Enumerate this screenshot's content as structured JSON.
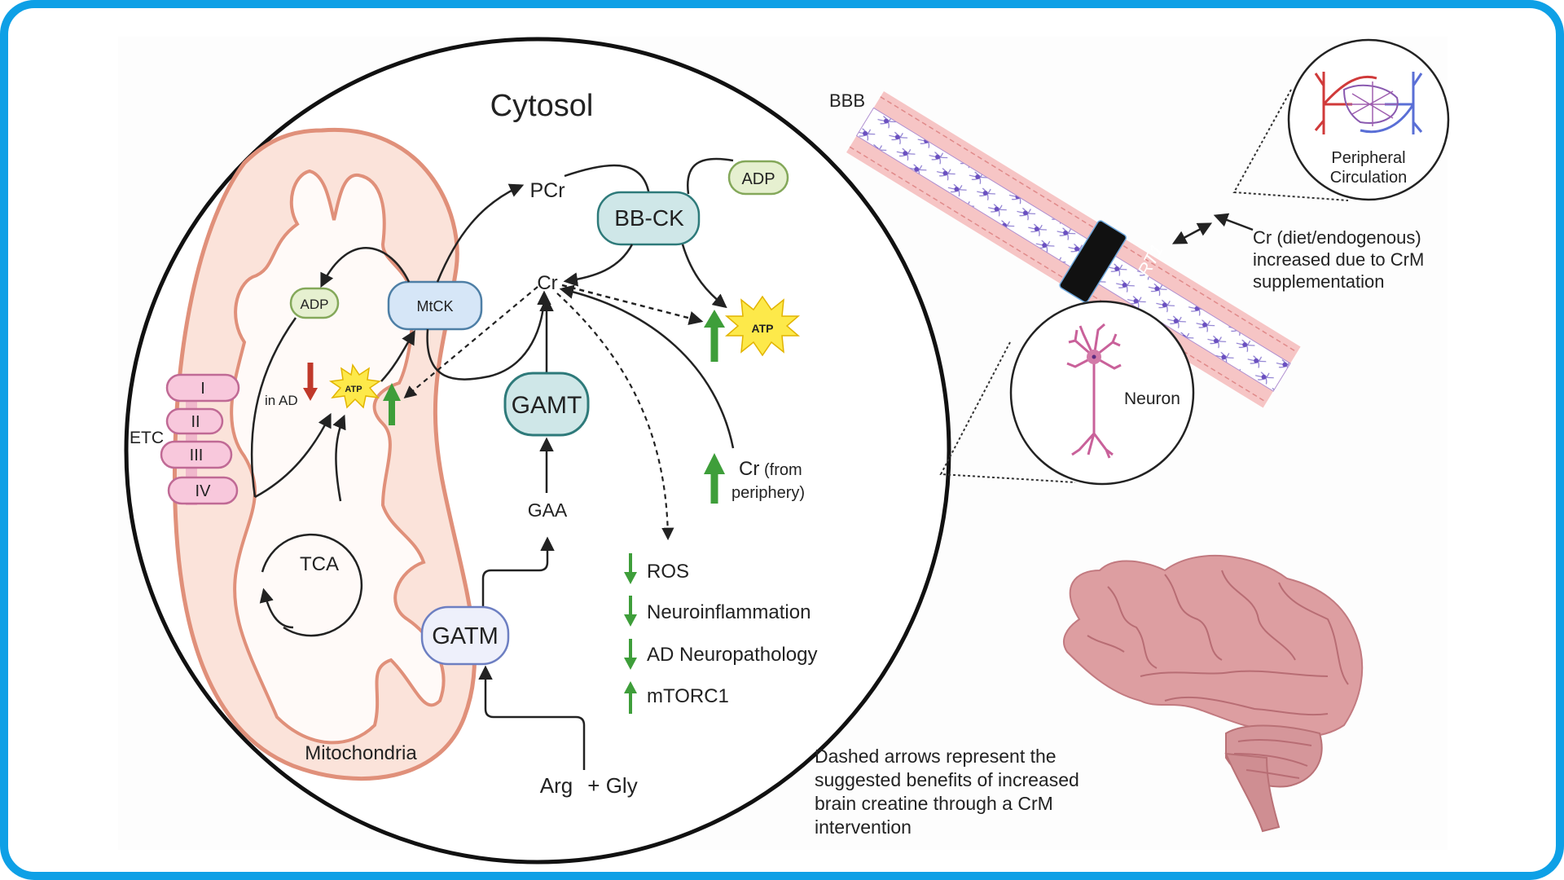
{
  "figure": {
    "cell": {
      "compartment_label": "Cytosol",
      "mitochondria_label": "Mitochondria",
      "etc_label": "ETC",
      "etc_complexes": [
        "I",
        "II",
        "III",
        "IV"
      ],
      "tca_label": "TCA",
      "mito_adp": "ADP",
      "mtck": "MtCK",
      "mito_atp": "ATP",
      "in_ad_label": "in AD",
      "pcr": "PCr",
      "bbck": "BB-CK",
      "cyto_adp": "ADP",
      "cyto_atp": "ATP",
      "cr": "Cr",
      "gamt": "GAMT",
      "gaa": "GAA",
      "gatm": "GATM",
      "arg": "Arg",
      "gly": "+ Gly",
      "cr_periphery_main": "Cr",
      "cr_periphery_sub1": "(from",
      "cr_periphery_sub2": "periphery)",
      "effects": [
        {
          "direction": "down",
          "label": "ROS"
        },
        {
          "direction": "down",
          "label": "Neuroinflammation"
        },
        {
          "direction": "down",
          "label": "AD Neuropathology"
        },
        {
          "direction": "up",
          "label": "mTORC1"
        }
      ]
    },
    "bbb": {
      "label": "BBB",
      "transporter": "CRT1",
      "peripheral_label_1": "Peripheral",
      "peripheral_label_2": "Circulation",
      "cr_source_1": "Cr (diet/endogenous)",
      "cr_source_2": "increased due to CrM",
      "cr_source_3": "supplementation",
      "neuron_label": "Neuron"
    },
    "note": {
      "lines": [
        "Dashed arrows represent the",
        "suggested benefits of increased",
        "brain creatine through a CrM",
        "intervention"
      ]
    },
    "colors": {
      "frame": "#0ea0e6",
      "up_arrow": "#3e9e3a",
      "down_arrow_ad": "#c0392b",
      "mito_membrane": "#e0907a",
      "mito_fill": "#fbe3da",
      "etc_fill": "#f8c8dc",
      "mtck_fill": "#d6e6f7",
      "enzyme_teal_fill": "#cfe7e8",
      "adp_fill": "#e6f0d0",
      "atp_star": "#fde94a",
      "bbb_pink": "#f6c5c5",
      "brain": "#d99a9e"
    }
  }
}
